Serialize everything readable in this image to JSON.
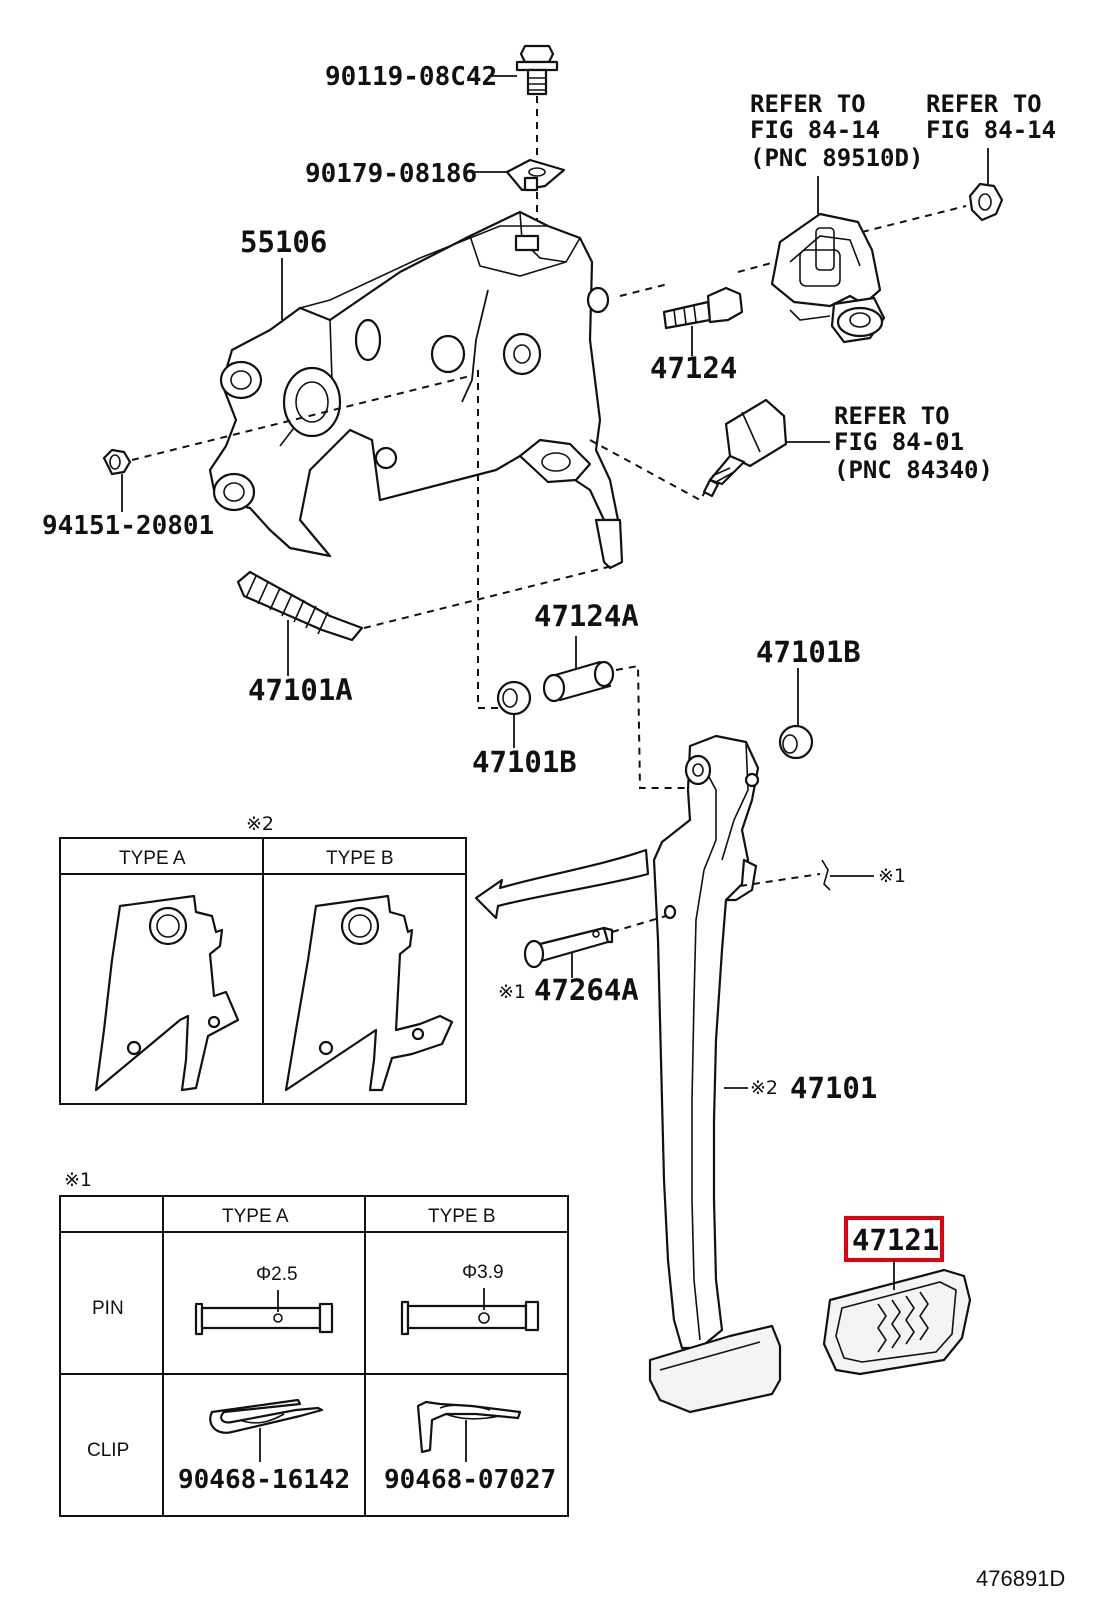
{
  "diagram_id": "476891D",
  "labels": {
    "p90119": "90119-08C42",
    "p90179": "90179-08186",
    "p55106": "55106",
    "p94151": "94151-20801",
    "p47124": "47124",
    "p47101A": "47101A",
    "p47124A": "47124A",
    "p47101B_top": "47101B",
    "p47101B_low": "47101B",
    "p47264A": "47264A",
    "p47101": "47101",
    "p47121": "47121"
  },
  "refs": {
    "ref1": [
      "REFER TO",
      "FIG 84-14",
      "(PNC 89510D)"
    ],
    "ref2": [
      "REFER TO",
      "FIG 84-14"
    ],
    "ref3": [
      "REFER TO",
      "FIG 84-01",
      "(PNC 84340)"
    ]
  },
  "marks": {
    "m1": "※1",
    "m2": "※2"
  },
  "table2": {
    "mark": "※2",
    "headers": [
      "TYPE A",
      "TYPE B"
    ]
  },
  "table1": {
    "mark": "※1",
    "headers": [
      "TYPE A",
      "TYPE B"
    ],
    "rows": [
      "PIN",
      "CLIP"
    ],
    "pin_a_dim": "Φ2.5",
    "pin_b_dim": "Φ3.9",
    "clip_a": "90468-16142",
    "clip_b": "90468-07027"
  },
  "highlight_part": "47121",
  "colors": {
    "highlight": "#e0000f",
    "line": "#111111"
  }
}
